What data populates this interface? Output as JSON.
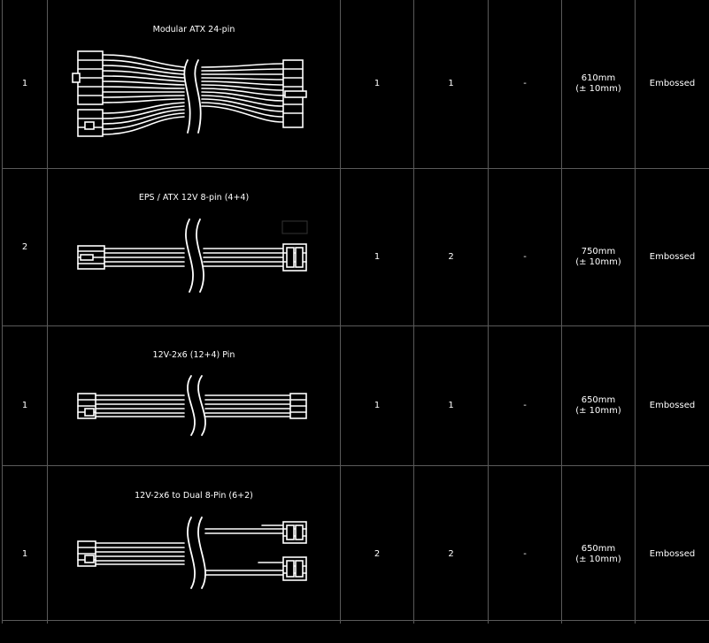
{
  "rows": [
    {
      "qty": "1",
      "cable": "Modular ATX 24-pin",
      "col3": "1",
      "col4": "1",
      "col5": "-",
      "length": "610mm",
      "tolerance": "(± 10mm)",
      "finish": "Embossed"
    },
    {
      "qty": "2",
      "cable": "EPS / ATX 12V 8-pin (4+4)",
      "col3": "1",
      "col4": "2",
      "col5": "-",
      "length": "750mm",
      "tolerance": "(± 10mm)",
      "finish": "Embossed"
    },
    {
      "qty": "1",
      "cable": "12V-2x6 (12+4) Pin",
      "col3": "1",
      "col4": "1",
      "col5": "-",
      "length": "650mm",
      "tolerance": "(± 10mm)",
      "finish": "Embossed"
    },
    {
      "qty": "1",
      "cable": "12V-2x6 to Dual 8-Pin (6+2)",
      "col3": "2",
      "col4": "2",
      "col5": "-",
      "length": "650mm",
      "tolerance": "(± 10mm)",
      "finish": "Embossed"
    }
  ],
  "icons": [
    "atx-24pin-cable-icon",
    "eps-8pin-cable-icon",
    "12v-2x6-cable-icon",
    "12v-2x6-dual-8pin-cable-icon"
  ],
  "colors": {
    "background": "#000000",
    "grid": "#5a5a5a",
    "text": "#ffffff"
  }
}
